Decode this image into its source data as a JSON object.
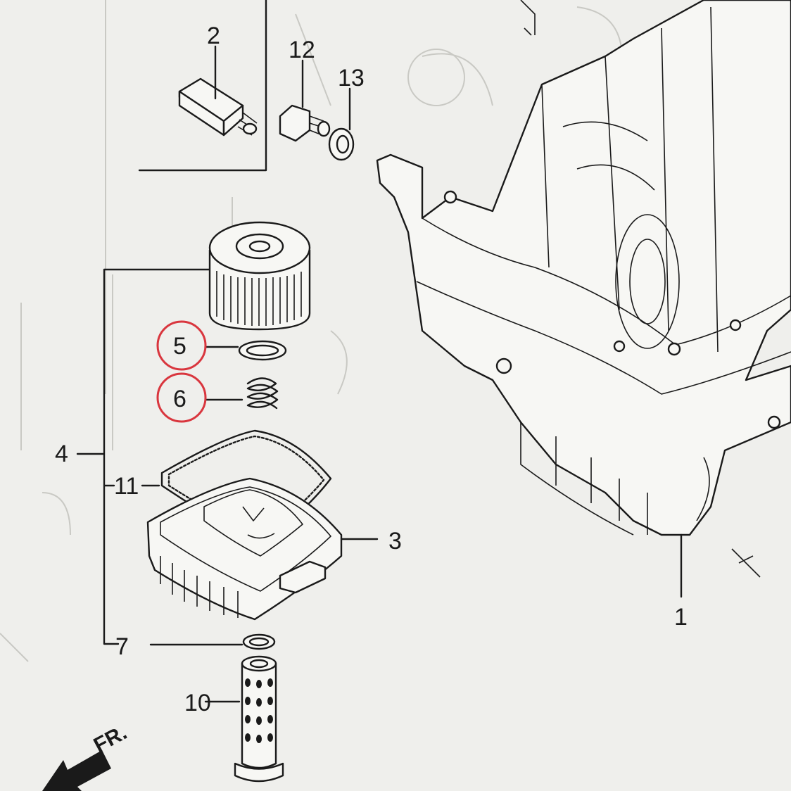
{
  "diagram": {
    "callouts": [
      {
        "id": "c1",
        "text": "1"
      },
      {
        "id": "c2",
        "text": "2"
      },
      {
        "id": "c3",
        "text": "3"
      },
      {
        "id": "c4",
        "text": "4"
      },
      {
        "id": "c5",
        "text": "5",
        "highlighted": true
      },
      {
        "id": "c6",
        "text": "6",
        "highlighted": true
      },
      {
        "id": "c7",
        "text": "7"
      },
      {
        "id": "c10",
        "text": "10"
      },
      {
        "id": "c11",
        "text": "11"
      },
      {
        "id": "c12",
        "text": "12"
      },
      {
        "id": "c13",
        "text": "13"
      }
    ],
    "direction_arrow": {
      "text": "FR."
    },
    "highlight_color": "#d9363e",
    "line_color": "#1a1a1a",
    "paper_color": "#efefec"
  }
}
